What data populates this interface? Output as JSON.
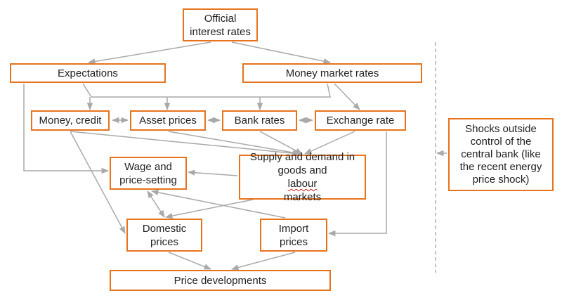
{
  "colors": {
    "border": "#e8731d",
    "arrow": "#a9a9a9",
    "text": "#222222",
    "dashed": "#9a9a9a"
  },
  "nodes": {
    "official_rates": {
      "lines": [
        "Official",
        "interest rates"
      ]
    },
    "expectations": {
      "lines": [
        "Expectations"
      ]
    },
    "money_market": {
      "lines": [
        "Money market rates"
      ]
    },
    "money_credit": {
      "lines": [
        "Money, credit"
      ]
    },
    "asset_prices": {
      "lines": [
        "Asset prices"
      ]
    },
    "bank_rates": {
      "lines": [
        "Bank rates"
      ]
    },
    "exchange_rate": {
      "lines": [
        "Exchange rate"
      ]
    },
    "wage_price": {
      "lines": [
        "Wage and",
        "price-setting"
      ]
    },
    "supply_demand": {
      "lines": [
        "Supply and demand in",
        "goods and ",
        "markets"
      ],
      "squiggle_word": "labour"
    },
    "domestic_prices": {
      "lines": [
        "Domestic",
        "prices"
      ]
    },
    "import_prices": {
      "lines": [
        "Import",
        "prices"
      ]
    },
    "price_developments": {
      "lines": [
        "Price developments"
      ]
    },
    "shocks": {
      "lines": [
        "Shocks outside",
        "control of the",
        "central bank (like",
        "the recent energy",
        "price shock)"
      ]
    }
  }
}
